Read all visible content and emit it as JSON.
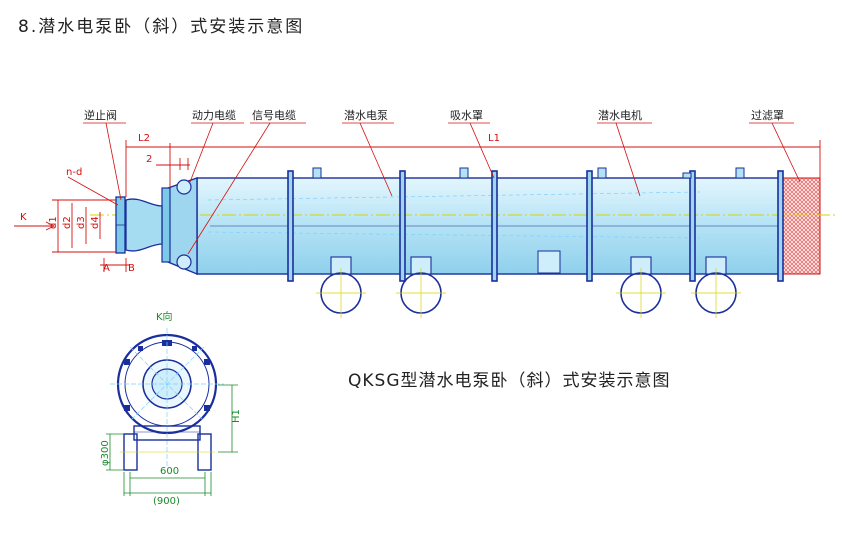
{
  "title": "8.潜水电泵卧（斜）式安装示意图",
  "caption": "QKSG型潜水电泵卧（斜）式安装示意图",
  "callouts": {
    "check_valve": "逆止阀",
    "power_cable": "动力电缆",
    "signal_cable": "信号电缆",
    "pump": "潜水电泵",
    "suction_hood": "吸水罩",
    "motor": "潜水电机",
    "filter_hood": "过滤罩"
  },
  "dimensions": {
    "l1": "L1",
    "l2": "L2",
    "two": "2",
    "nd": "n-d",
    "k": "K",
    "d1": "d1",
    "d2": "d2",
    "d3": "d3",
    "d4": "d4",
    "a": "A",
    "b": "B",
    "k_view": "K向",
    "h1": "H1",
    "phi300": "φ300",
    "w600": "600",
    "w900": "(900)"
  },
  "colors": {
    "pipe_fill": "#bfe8f8",
    "pipe_stroke": "#1a2f9c",
    "dimension": "#d21010",
    "centerline": "#d4d400",
    "view_green": "#1a8a2a"
  }
}
